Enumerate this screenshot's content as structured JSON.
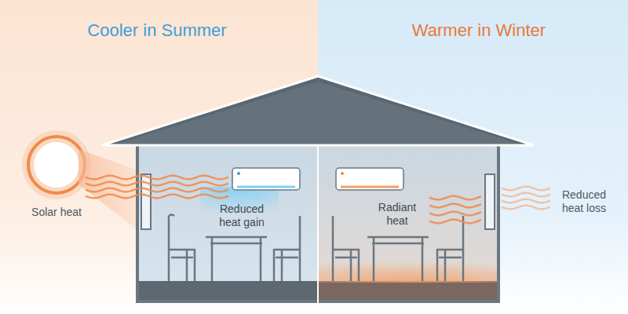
{
  "diagram": {
    "labels": [
      "Cooler in Summer",
      "Warmer in Winter",
      "Solar heat",
      "Reduced heat gain",
      "Radiant heat",
      "Reduced heat loss"
    ]
  }
}
